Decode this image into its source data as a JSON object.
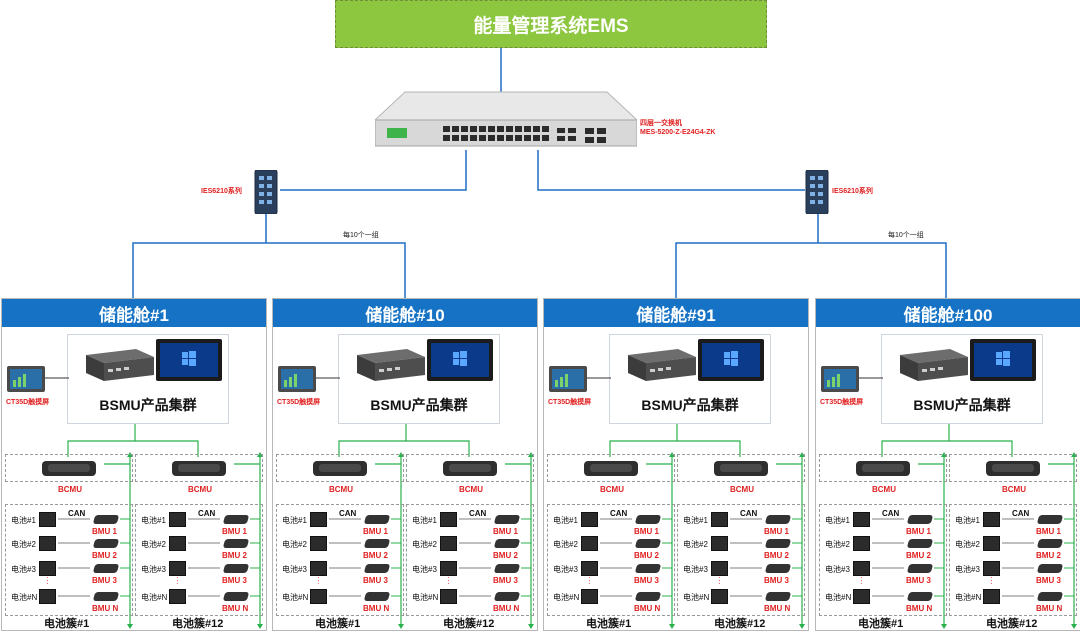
{
  "ems": {
    "title": "能量管理系统EMS"
  },
  "core_switch": {
    "name": "四层一交换机",
    "model": "MES-5200-Z-E24G4-ZK"
  },
  "ies_switches": [
    {
      "label": "IES6210系列",
      "group_note": "每10个一组"
    },
    {
      "label": "IES6210系列",
      "group_note": "每10个一组"
    }
  ],
  "cabins": [
    {
      "title": "储能舱#1"
    },
    {
      "title": "储能舱#10"
    },
    {
      "title": "储能舱#91"
    },
    {
      "title": "储能舱#100"
    }
  ],
  "cabin_content": {
    "bsmu_title": "BSMU产品集群",
    "ct_label": "CT35D触摸屏",
    "bcmu_label": "BCMU",
    "can_label": "CAN",
    "batteries": [
      "电池#1",
      "电池#2",
      "电池#3",
      "电池#N"
    ],
    "bmus": [
      "BMU 1",
      "BMU 2",
      "BMU 3",
      "BMU N"
    ],
    "clusters": [
      "电池簇#1",
      "电池簇#12"
    ]
  },
  "colors": {
    "ems_green": "#8dc63f",
    "cabin_blue": "#1572c4",
    "wire_blue": "#1f6fc4",
    "wire_green": "#28b14c",
    "label_red": "#e02020"
  }
}
